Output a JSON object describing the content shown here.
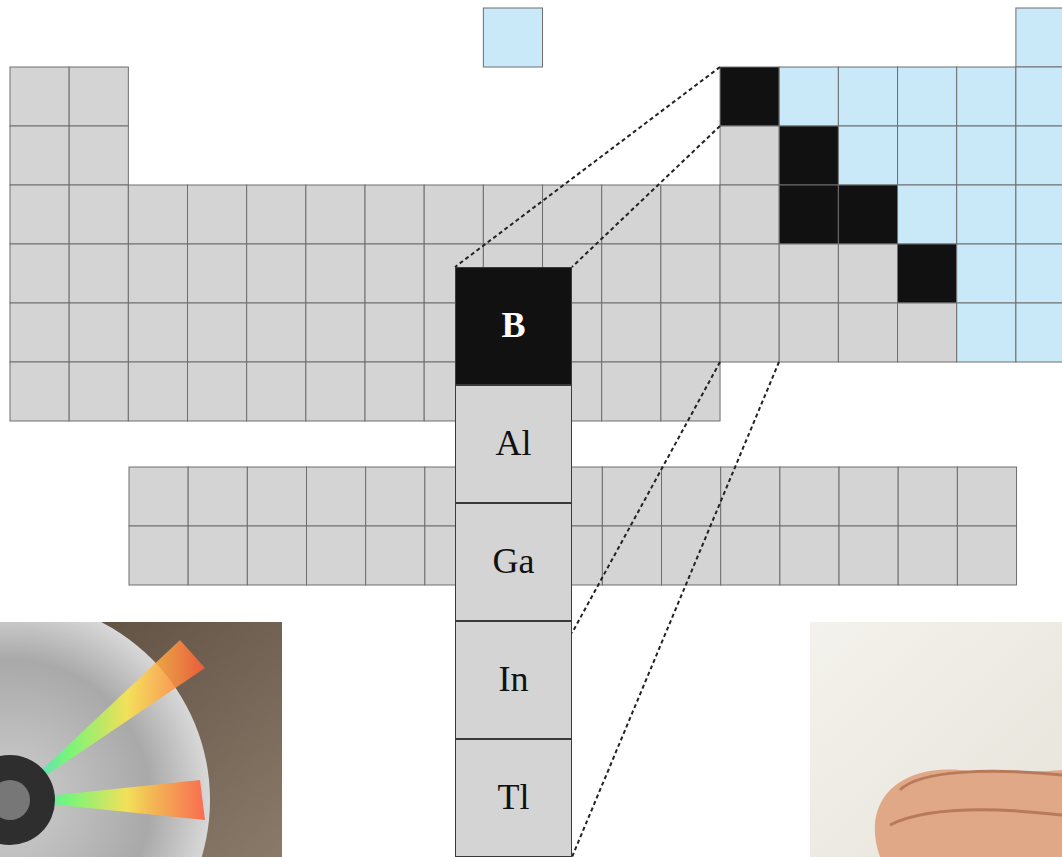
{
  "diagram": {
    "nodes": [
      {
        "text": [
          "B"
        ]
      },
      {
        "text": [
          "Al"
        ]
      },
      {
        "text": [
          "Ga"
        ]
      },
      {
        "text": [
          "In"
        ]
      },
      {
        "text": [
          "Tl"
        ]
      }
    ]
  }
}
